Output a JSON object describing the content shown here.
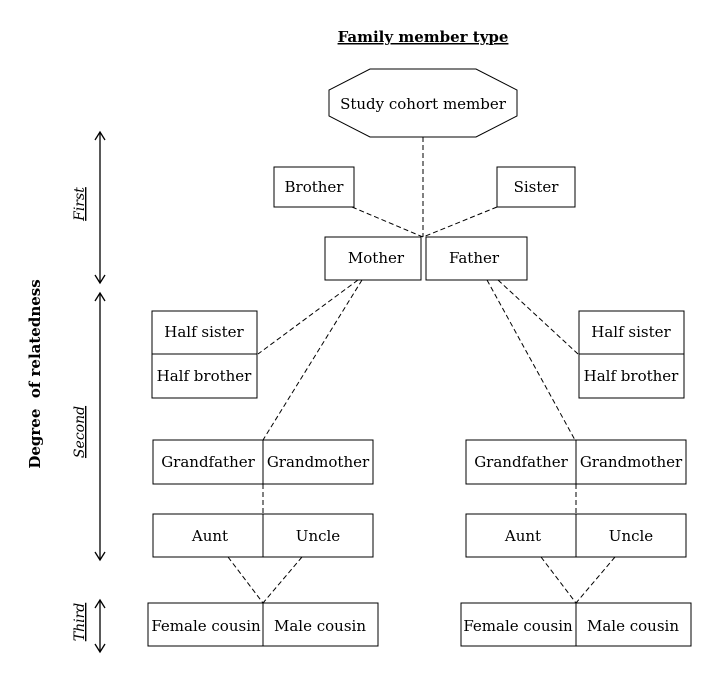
{
  "title": "Family member type",
  "axis_label": "Degree  of relatedness",
  "degrees": {
    "first": "First",
    "second": "Second",
    "third": "Third"
  },
  "nodes": {
    "study_cohort_member": "Study cohort member",
    "brother": "Brother",
    "sister": "Sister",
    "mother": "Mother",
    "father": "Father",
    "half_sister": "Half sister",
    "half_brother": "Half brother",
    "grandfather": "Grandfather",
    "grandmother": "Grandmother",
    "aunt": "Aunt",
    "uncle": "Uncle",
    "female_cousin": "Female cousin",
    "male_cousin": "Male cousin"
  }
}
